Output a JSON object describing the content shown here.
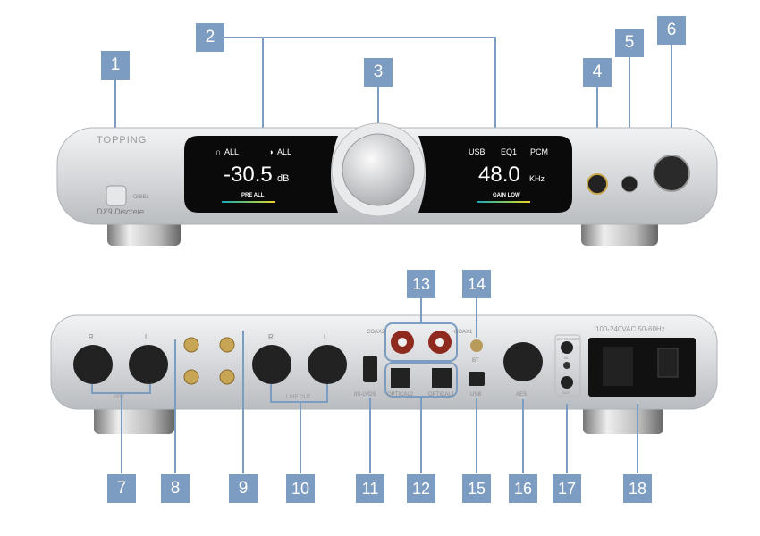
{
  "colors": {
    "callout": "#7d9cc1",
    "body": "#d9dbde",
    "screen": "#0a0a0a"
  },
  "callouts": [
    "1",
    "2",
    "3",
    "4",
    "5",
    "6",
    "7",
    "8",
    "9",
    "10",
    "11",
    "12",
    "13",
    "14",
    "15",
    "16",
    "17",
    "18"
  ],
  "front": {
    "brand": "TOPPING",
    "model": "DX9 Discrete",
    "button_label": "O/SEL",
    "left_screen": {
      "headphone": "ALL",
      "speaker": "ALL",
      "volume": "-30.5",
      "unit": "dB",
      "mode": "PRE ALL"
    },
    "right_screen": {
      "input": "USB",
      "eq": "EQ1",
      "format": "PCM",
      "rate": "48.0",
      "unit": "KHz",
      "gain": "GAIN LOW"
    }
  },
  "rear": {
    "pre": "PRE",
    "line_out": "LINE OUT",
    "R": "R",
    "L": "L",
    "iis": "IIS-LVDS",
    "coax2": "COAX2",
    "coax1": "COAX1",
    "optical2": "OPTICAL2",
    "optical1": "OPTICAL1",
    "bt": "BT",
    "usb": "USB",
    "aes": "AES",
    "trigger": "12V TRIGGER",
    "trig_in": "IN",
    "trig_out": "OUT",
    "power": "100-240VAC 50-60Hz"
  }
}
